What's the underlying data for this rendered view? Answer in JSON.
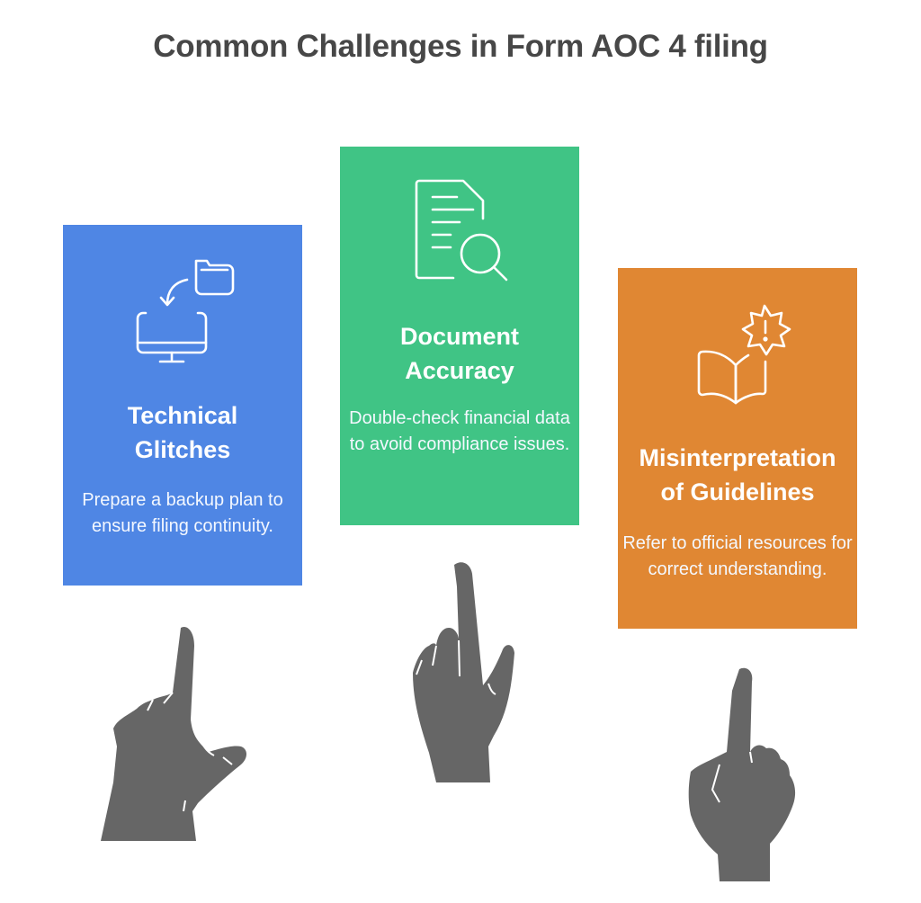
{
  "title": "Common Challenges in Form AOC 4 filing",
  "cards": [
    {
      "icon": "computer-folder-transfer-icon",
      "heading_line1": "Technical",
      "heading_line2": "Glitches",
      "description": "Prepare a backup plan to ensure filing continuity.",
      "color": "#4f86e4"
    },
    {
      "icon": "document-search-icon",
      "heading_line1": "Document",
      "heading_line2": "Accuracy",
      "description": "Double-check financial data to avoid compliance issues.",
      "color": "#40c485"
    },
    {
      "icon": "book-alert-icon",
      "heading_line1": "Misinterpretation",
      "heading_line2": "of Guidelines",
      "description": "Refer to official resources for correct understanding.",
      "color": "#e08733"
    }
  ],
  "hands": [
    {
      "icon": "pointing-hand-icon"
    },
    {
      "icon": "pointing-hand-icon"
    },
    {
      "icon": "pointing-hand-icon"
    }
  ],
  "colors": {
    "title": "#474747",
    "hand": "#666666"
  }
}
